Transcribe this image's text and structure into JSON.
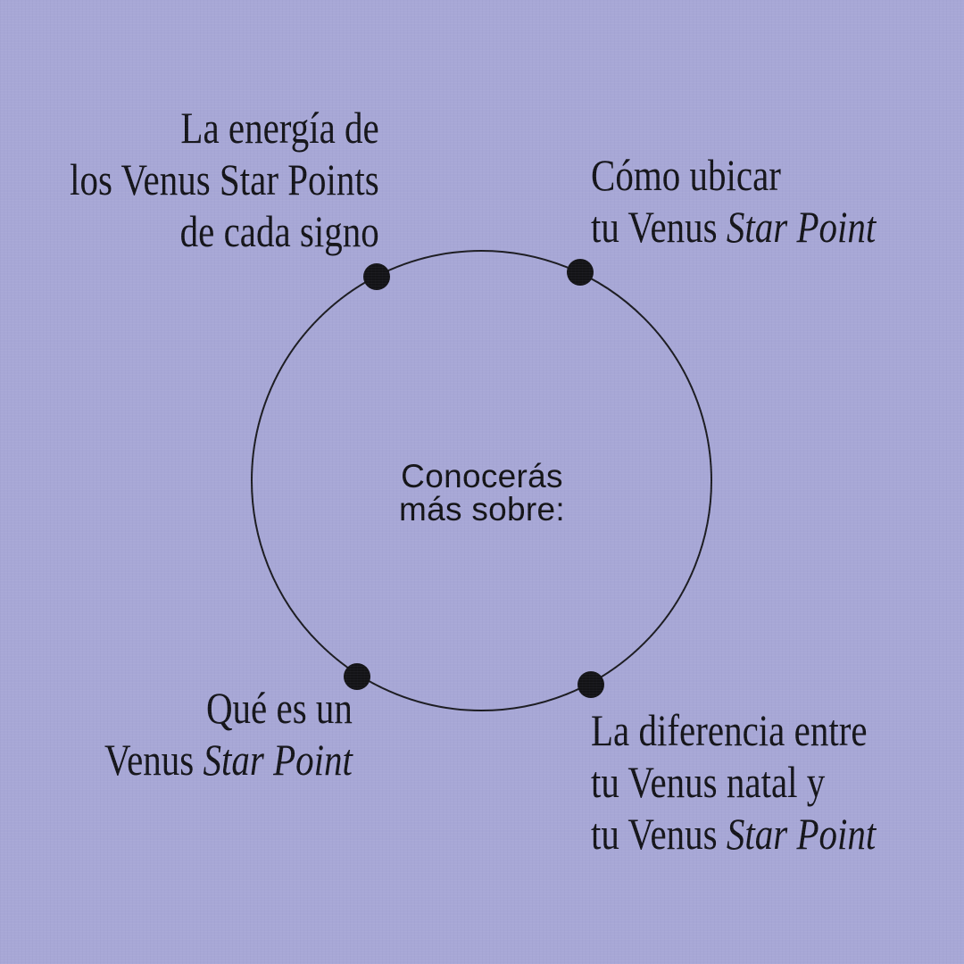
{
  "canvas": {
    "background_color": "#a7a7d6",
    "ink_color": "#141419"
  },
  "center": {
    "line1": "Conocerás",
    "line2": "más sobre:"
  },
  "nodes": [
    {
      "id": "energia-de-cada-signo",
      "position": "top-left",
      "lines": [
        {
          "regular": "La energía de"
        },
        {
          "regular": "los Venus Star Points"
        },
        {
          "regular": "de cada signo"
        }
      ]
    },
    {
      "id": "como-ubicar",
      "position": "top-right",
      "lines": [
        {
          "regular": "Cómo ubicar"
        },
        {
          "regular": "tu Venus ",
          "italic": "Star Point"
        }
      ]
    },
    {
      "id": "que-es",
      "position": "bottom-left",
      "lines": [
        {
          "regular": "Qué es un"
        },
        {
          "regular": "Venus ",
          "italic": "Star Point"
        }
      ]
    },
    {
      "id": "diferencia-natal",
      "position": "bottom-right",
      "lines": [
        {
          "regular": "La diferencia entre"
        },
        {
          "regular": "tu Venus natal y"
        },
        {
          "regular": "tu Venus ",
          "italic": "Star Point"
        }
      ]
    }
  ]
}
